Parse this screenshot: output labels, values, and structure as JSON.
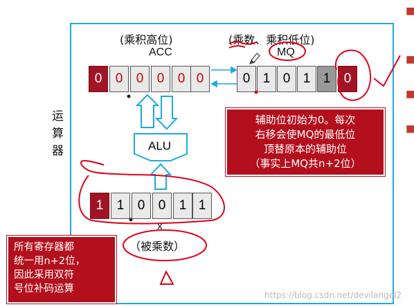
{
  "acc": {
    "caption": "(乘积高位)",
    "name": "ACC",
    "bits": [
      "0",
      "0",
      "0",
      "0",
      "0",
      "0"
    ]
  },
  "mq": {
    "caption": "(乘数、乘积低位)",
    "name": "MQ",
    "bits": [
      "0",
      "1",
      "0",
      "1",
      "1",
      "0"
    ]
  },
  "x": {
    "name": "x",
    "caption": "（被乘数）",
    "bits": [
      "1",
      "1",
      "0",
      "0",
      "1",
      "1"
    ]
  },
  "alu": {
    "label": "ALU"
  },
  "unit_label": [
    "运",
    "算",
    "器"
  ],
  "callout_mq": [
    "辅助位初始为0。每次",
    "右移会使MQ的最低位",
    "顶替原本的辅助位",
    "（事实上MQ共n+2位）"
  ],
  "callout_regs": [
    "所有寄存器都",
    "统一用n+2位，",
    "因此采用双符",
    "号位补码运算"
  ],
  "watermark": "https://blog.csdn.net/devilangel2",
  "colors": {
    "panel_border": "#1fa8e0",
    "sign_cell": "#a01424",
    "callout": "#b30f1c",
    "annotation_red": "#e0001a",
    "arrow_blue": "#1fa8e0"
  }
}
